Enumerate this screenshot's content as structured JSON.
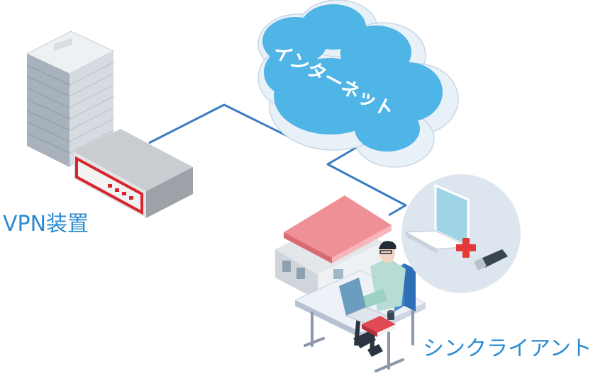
{
  "labels": {
    "vpn_device": "VPN装置",
    "internet": "インターネット",
    "client": "シンクライアント"
  },
  "colors": {
    "label_blue": "#2a8bd2",
    "network_line": "#3a7cc4",
    "cloud_blue": "#4fb4e6",
    "cloud_white": "#e9f1f8",
    "device_red": "#d7252e",
    "roof_pink": "#ef8f96"
  },
  "icons": [
    "server-building-icon",
    "vpn-device-icon",
    "cloud-icon",
    "house-icon",
    "person-icon",
    "laptop-icon",
    "usb-stick-icon",
    "medical-cross-icon",
    "book-icon",
    "mug-icon"
  ]
}
